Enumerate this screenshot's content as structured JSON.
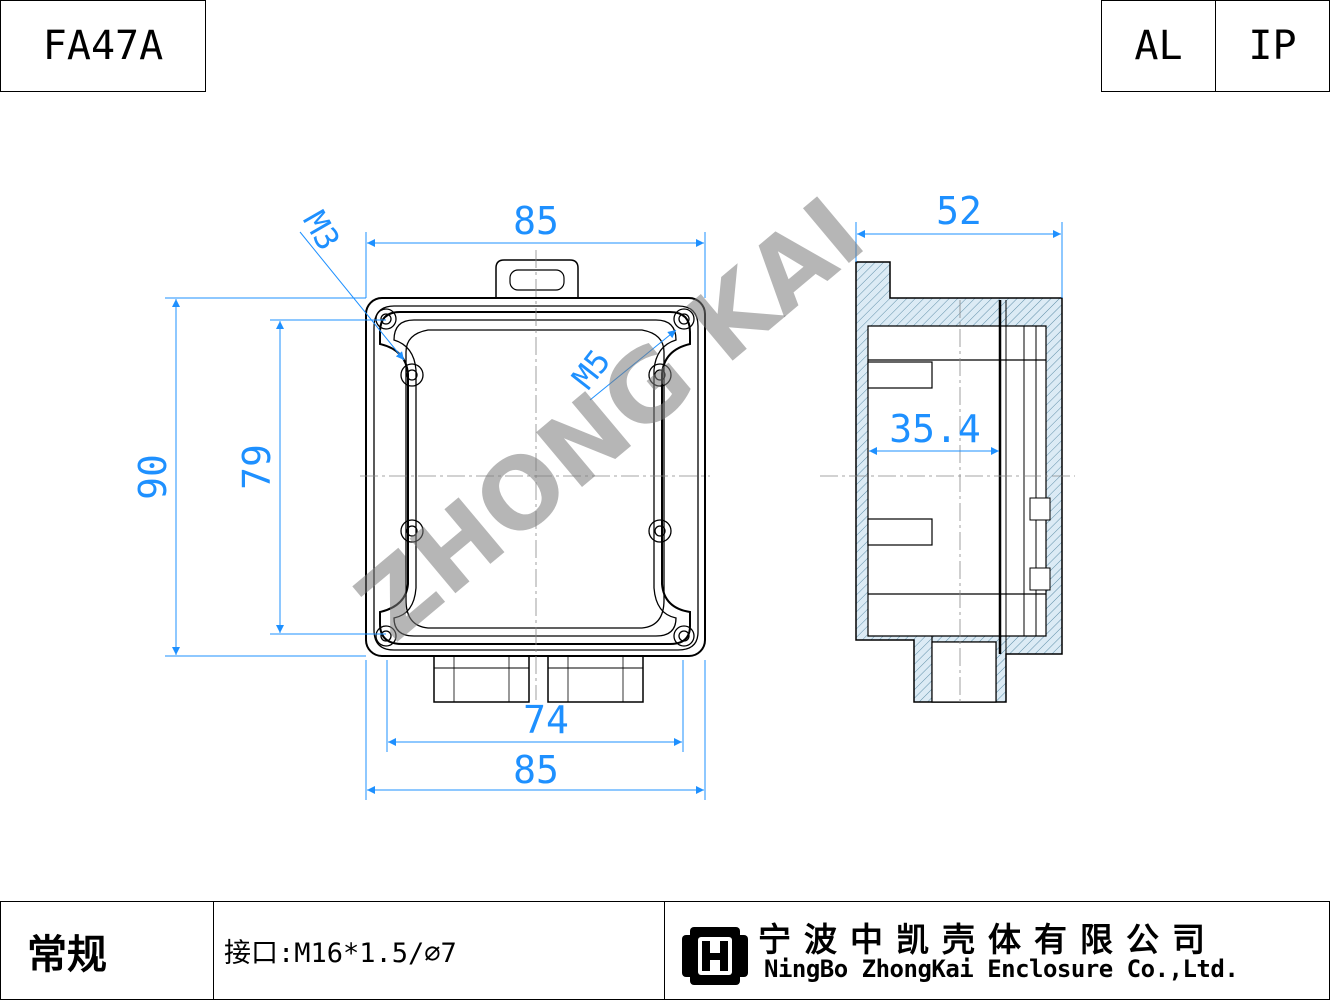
{
  "header": {
    "model": "FA47A",
    "material": "AL",
    "rating": "IP"
  },
  "drawing": {
    "front_view": {
      "width_top": "85",
      "width_bottom": "85",
      "inner_width": "74",
      "height_outer": "90",
      "height_inner": "79",
      "thread_small": "M3",
      "thread_large": "M5"
    },
    "side_view": {
      "depth": "52",
      "inner_depth": "35.4"
    },
    "watermark": "ZHONG KAI",
    "dimension_color": "#1e90ff"
  },
  "footer": {
    "type": "常规",
    "interface": "接口:M16*1.5/⌀7",
    "company_cn": "宁波中凯壳体有限公司",
    "company_en": "NingBo ZhongKai Enclosure Co.,Ltd."
  }
}
